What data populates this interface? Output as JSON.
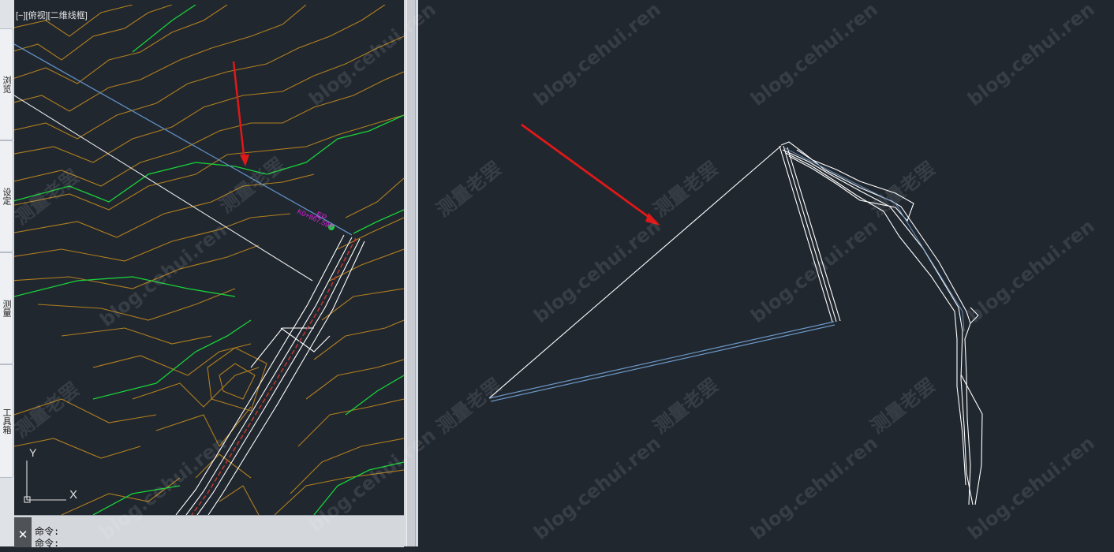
{
  "side_tabs": [
    {
      "label": "浏览"
    },
    {
      "label": "设定"
    },
    {
      "label": "测量"
    },
    {
      "label": "工具箱"
    }
  ],
  "viewport": {
    "label": "[−][俯视][二维线框]"
  },
  "ucs": {
    "x_label": "X",
    "y_label": "Y"
  },
  "station_marker": {
    "code": "EP",
    "station": "K0+867.599"
  },
  "command": {
    "close_label": "✕",
    "lines": [
      "命令:",
      "命令:"
    ]
  },
  "watermarks": {
    "domain": "blog.cehui.ren",
    "name": "测量老罢"
  },
  "colors": {
    "background": "#21272f",
    "contour_major": "#18d23a",
    "contour_minor": "#b07f1f",
    "alignment": "#5f8fc4",
    "road_edge": "#ffffff",
    "centerline": "#c0392b",
    "arrow": "#e01818",
    "station_text": "#e020e0"
  },
  "icons": [
    "close-icon",
    "arrow-annotation-icon",
    "ucs-axis-icon"
  ]
}
